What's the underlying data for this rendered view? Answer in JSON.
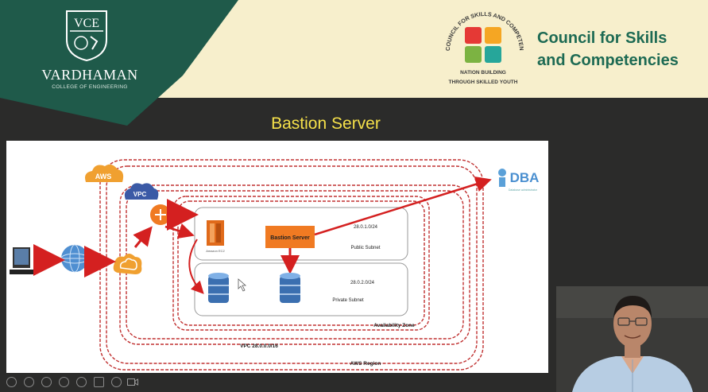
{
  "header": {
    "college_name": "VARDHAMAN",
    "college_subtitle": "COLLEGE OF ENGINEERING",
    "college_logo_text": "VCE",
    "council_name_line1": "Council for Skills",
    "council_name_line2": "and Competencies",
    "council_ring_top": "COUNCIL FOR SKILLS AND COMPETENCIES",
    "council_ring_bottom_line1": "NATION BUILDING",
    "council_ring_bottom_line2": "THROUGH SKILLED YOUTH"
  },
  "slide": {
    "title": "Bastion Server",
    "diagram": {
      "aws_label": "AWS",
      "vpc_label": "VPC",
      "dba_label": "DBA",
      "dba_sub": "Database administrator",
      "amazon_ec2_label": "Amazon EC2",
      "bastion_server_label": "Bastion Server",
      "public_cidr": "28.0.1.0/24",
      "public_subnet_label": "Public Subnet",
      "private_cidr": "28.0.2.0/24",
      "private_subnet_label": "Private Subnet",
      "availability_zone_label": "Availability Zone",
      "vpc_cidr_label": "VPC 28.0.0.0/16",
      "aws_region_label": "AWS Region"
    }
  },
  "colors": {
    "accent_green": "#1f5a4a",
    "banner_bg": "#f7efcc",
    "title_yellow": "#f5e04a",
    "arrow_red": "#d42020",
    "aws_orange": "#f0a030",
    "bastion_orange": "#f07a22"
  },
  "toolbar": {
    "icons": [
      "back-icon",
      "play-icon",
      "pen-icon",
      "eraser-icon",
      "zoom-icon",
      "slides-icon",
      "more-icon",
      "camera-icon"
    ]
  }
}
